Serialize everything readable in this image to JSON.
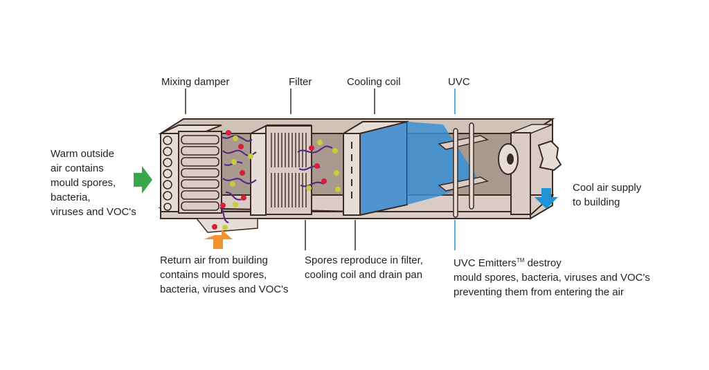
{
  "labels": {
    "mixing_damper": "Mixing damper",
    "filter": "Filter",
    "cooling_coil": "Cooling coil",
    "uvc": "UVC",
    "outside_air": [
      "Warm outside",
      "air contains",
      "mould spores,",
      "bacteria,",
      "viruses and VOC's"
    ],
    "supply_air": [
      "Cool air supply",
      "to building"
    ],
    "return_air": [
      "Return air from building",
      "contains mould spores,",
      "bacteria, viruses and VOC's"
    ],
    "spores": [
      "Spores reproduce in filter,",
      "cooling coil and drain pan"
    ],
    "uvc_emitters": {
      "line1_prefix": "UVC Emitters",
      "trademark": "TM",
      "line1_suffix": " destroy",
      "line2": "mould spores, bacteria, viruses and VOC's",
      "line3": "preventing them from entering the air"
    }
  },
  "colors": {
    "casing": "#d8ccc4",
    "casing_dark": "#b8aaa0",
    "outline": "#3a2a22",
    "uv_light": "#3b8fd4",
    "outside_arrow": "#3aa64a",
    "return_arrow": "#f0942f",
    "supply_arrow": "#1f94d6",
    "microbe_red": "#d71f3a",
    "microbe_green": "#c4cf3a",
    "microbe_purple": "#5a2a82",
    "uvc_leader": "#1f94d6"
  }
}
